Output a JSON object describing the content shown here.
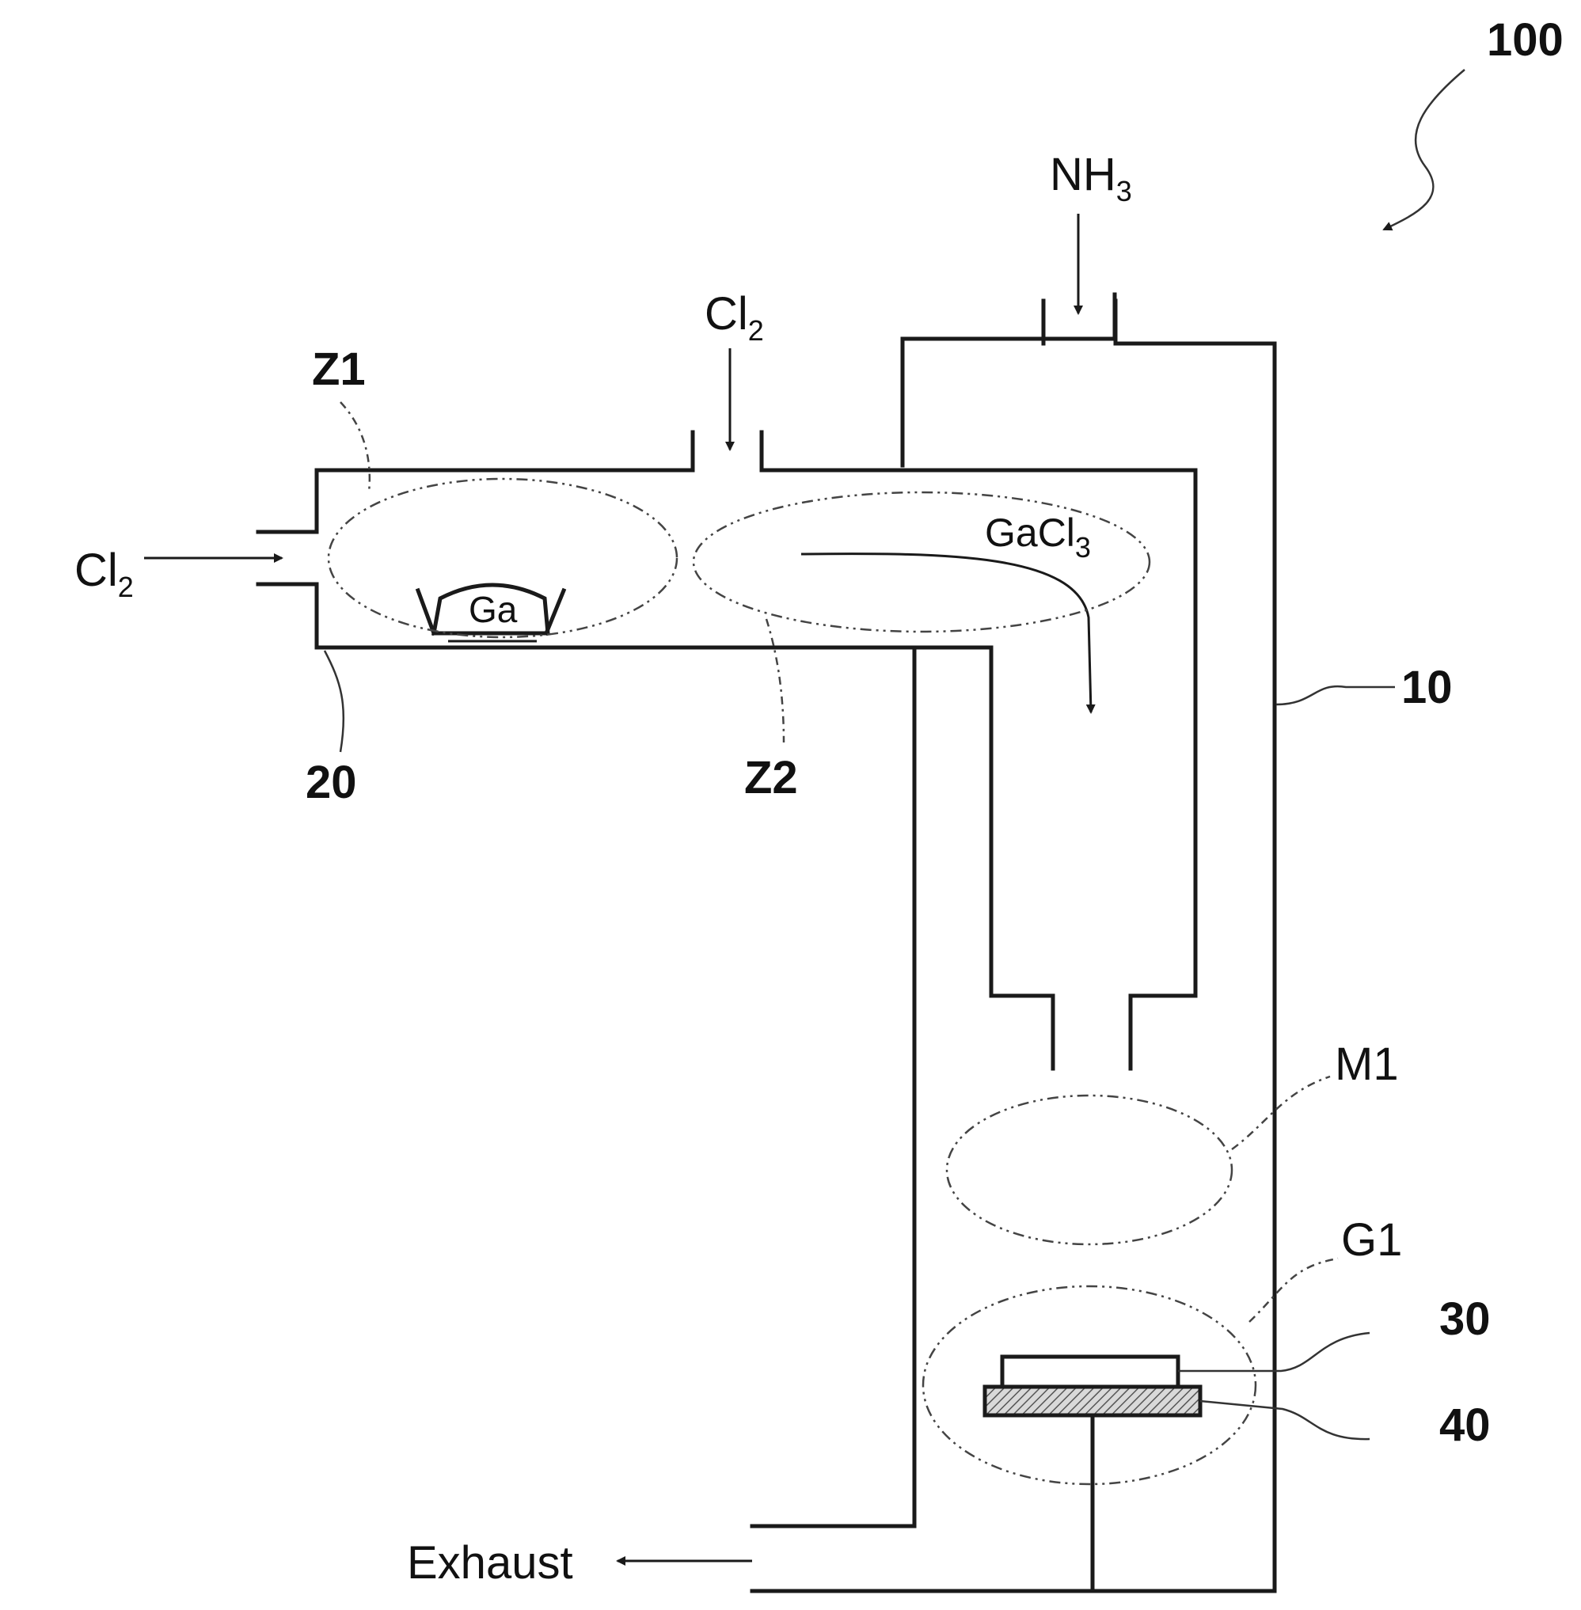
{
  "labels": {
    "figure_ref": "100",
    "chamber_ref": "10",
    "boat_ref": "20",
    "substrate_ref": "30",
    "susceptor_ref": "40",
    "zone1": "Z1",
    "zone2": "Z2",
    "mixing_zone": "M1",
    "growth_zone": "G1",
    "gallium": "Ga",
    "exhaust": "Exhaust"
  },
  "gases": {
    "cl2_side": {
      "base": "Cl",
      "sub": "2"
    },
    "cl2_top": {
      "base": "Cl",
      "sub": "2"
    },
    "nh3": {
      "base": "NH",
      "sub": "3"
    },
    "gacl3": {
      "base": "GaCl",
      "sub": "3"
    }
  }
}
